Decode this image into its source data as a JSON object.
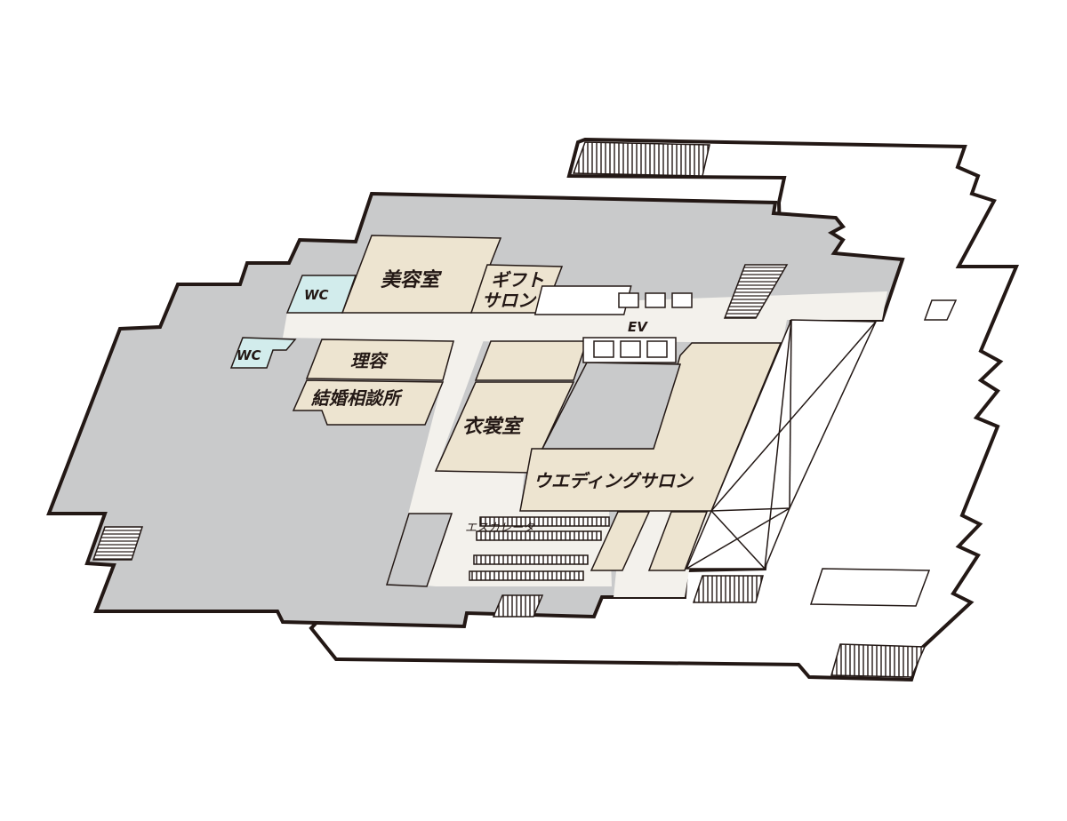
{
  "colors": {
    "outline": "#231815",
    "gray_area": "#c9cacb",
    "room_beige": "#ede4d0",
    "wc_blue": "#d2ecec",
    "corridor": "#f3f1ec",
    "terrace": "#ffffff"
  },
  "rooms": {
    "beauty_salon": "美容室",
    "gift_salon_line1": "ギフト",
    "gift_salon_line2": "サロン",
    "barber": "理容",
    "marriage_consult": "結婚相談所",
    "costume_room": "衣裳室",
    "wedding_salon": "ウエディングサロン",
    "wc_upper": "WC",
    "wc_lower": "WC",
    "elevator": "EV",
    "escalator": "エスカレータ"
  }
}
